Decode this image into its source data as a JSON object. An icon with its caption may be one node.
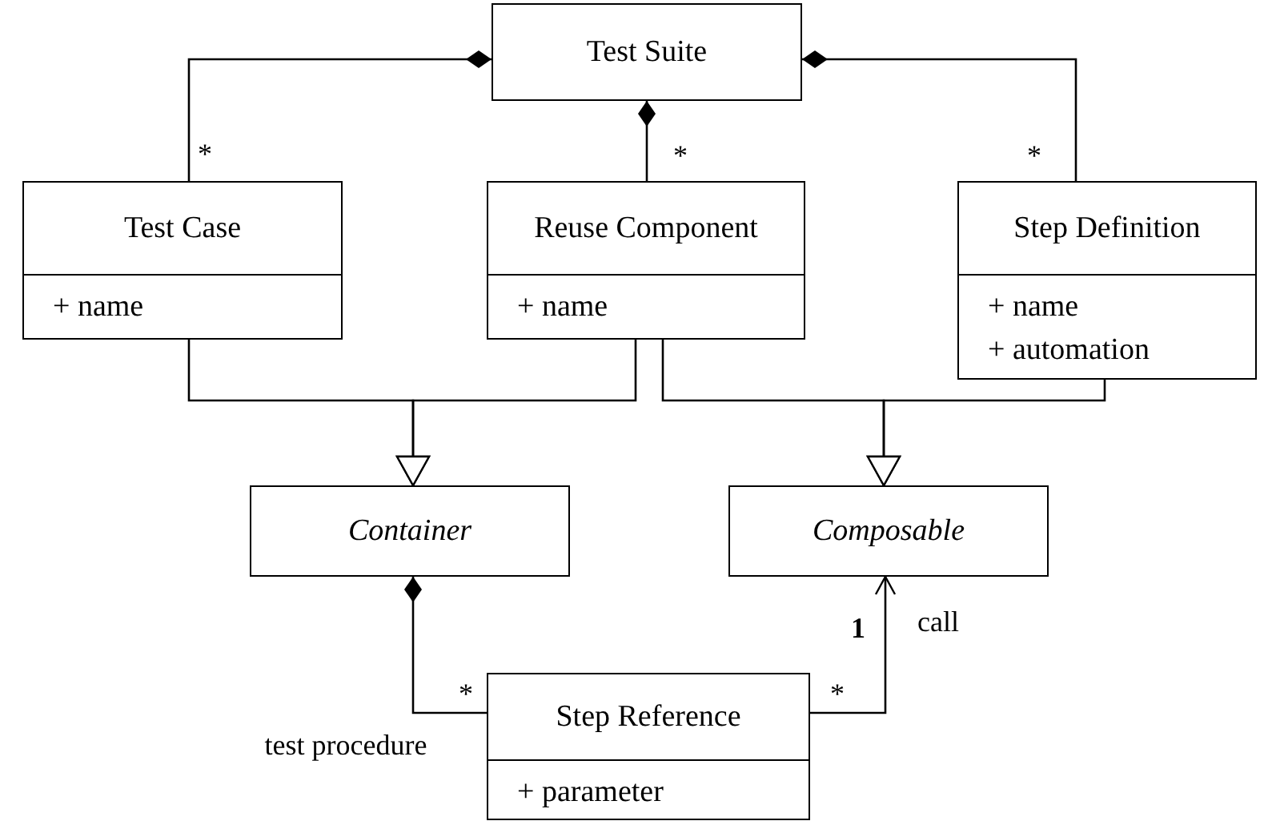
{
  "diagram": {
    "nodes": [
      {
        "text": [
          "Test Suite"
        ]
      },
      {
        "text": [
          "Test Case",
          "+ name"
        ]
      },
      {
        "text": [
          "Reuse Component",
          "+ name"
        ]
      },
      {
        "text": [
          "Step Definition",
          "+ name",
          "+ automation"
        ]
      },
      {
        "text": [
          "Container"
        ]
      },
      {
        "text": [
          "Composable"
        ]
      },
      {
        "text": [
          "Step Reference",
          "+ parameter"
        ]
      }
    ],
    "edges": [
      {
        "from": 0,
        "to": 1,
        "arrow": "other",
        "label": "*"
      },
      {
        "from": 0,
        "to": 2,
        "arrow": "other",
        "label": "*"
      },
      {
        "from": 0,
        "to": 3,
        "arrow": "other",
        "label": "*"
      },
      {
        "from": 1,
        "to": 4,
        "arrow": "to"
      },
      {
        "from": 2,
        "to": 4,
        "arrow": "to"
      },
      {
        "from": 2,
        "to": 5,
        "arrow": "to"
      },
      {
        "from": 3,
        "to": 5,
        "arrow": "to"
      },
      {
        "from": 4,
        "to": 6,
        "arrow": "other",
        "label": "*"
      },
      {
        "from": 6,
        "to": 5,
        "arrow": "to",
        "label": "call"
      }
    ],
    "labels": [
      "1",
      "*",
      "test procedure"
    ]
  }
}
